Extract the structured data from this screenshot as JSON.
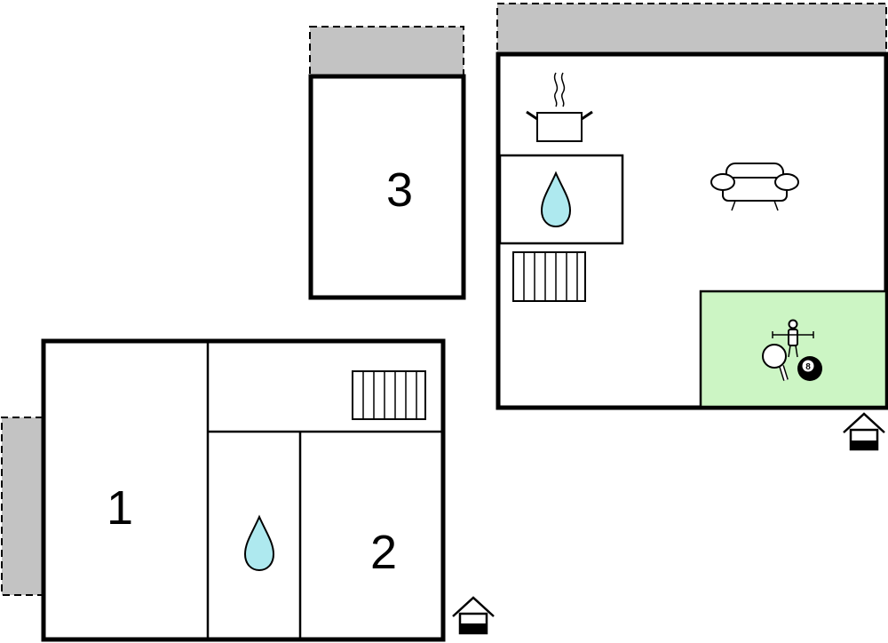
{
  "floor_plan": {
    "room_numbers": [
      "1",
      "2",
      "3"
    ],
    "eight_ball_label": "8",
    "colors": {
      "wall": "#000000",
      "terrace": "#c3c3c3",
      "activity_area": "#ccf5c4",
      "water_drop": "#aee9ef"
    },
    "icons": [
      "water-drop-icon",
      "radiator-icon",
      "cooking-pot-icon",
      "sofa-icon",
      "table-football-icon",
      "ping-pong-icon",
      "billiard-ball-icon",
      "entrance-icon"
    ]
  }
}
